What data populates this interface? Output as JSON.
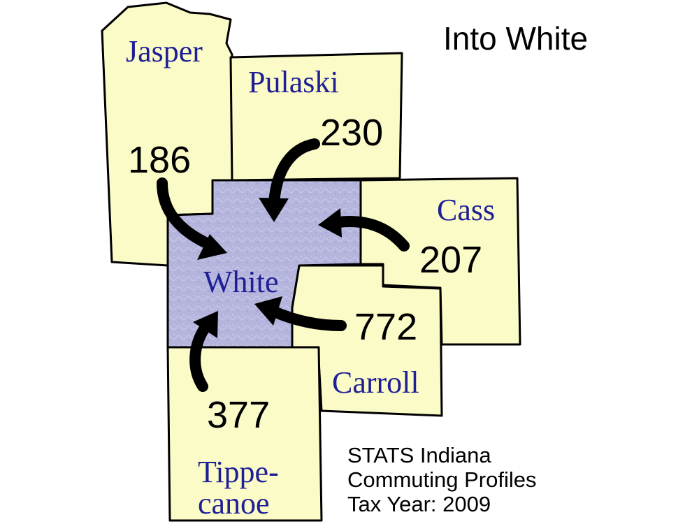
{
  "title": "Into White",
  "source": [
    "STATS Indiana",
    "Commuting Profiles",
    "Tax Year: 2009"
  ],
  "colors": {
    "neighbor_fill": "#fbfbc8",
    "focus_fill": "#b4b4dc",
    "label_color": "#1e1e96",
    "arrow_color": "#000000"
  },
  "focus_county": {
    "name": "White"
  },
  "counties": [
    {
      "id": "jasper",
      "name": "Jasper",
      "commuters_into_white": "186"
    },
    {
      "id": "pulaski",
      "name": "Pulaski",
      "commuters_into_white": "230"
    },
    {
      "id": "cass",
      "name": "Cass",
      "commuters_into_white": "207"
    },
    {
      "id": "carroll",
      "name": "Carroll",
      "commuters_into_white": "772"
    },
    {
      "id": "tippecanoe",
      "name_lines": [
        "Tippe-",
        "canoe"
      ],
      "commuters_into_white": "377"
    }
  ]
}
